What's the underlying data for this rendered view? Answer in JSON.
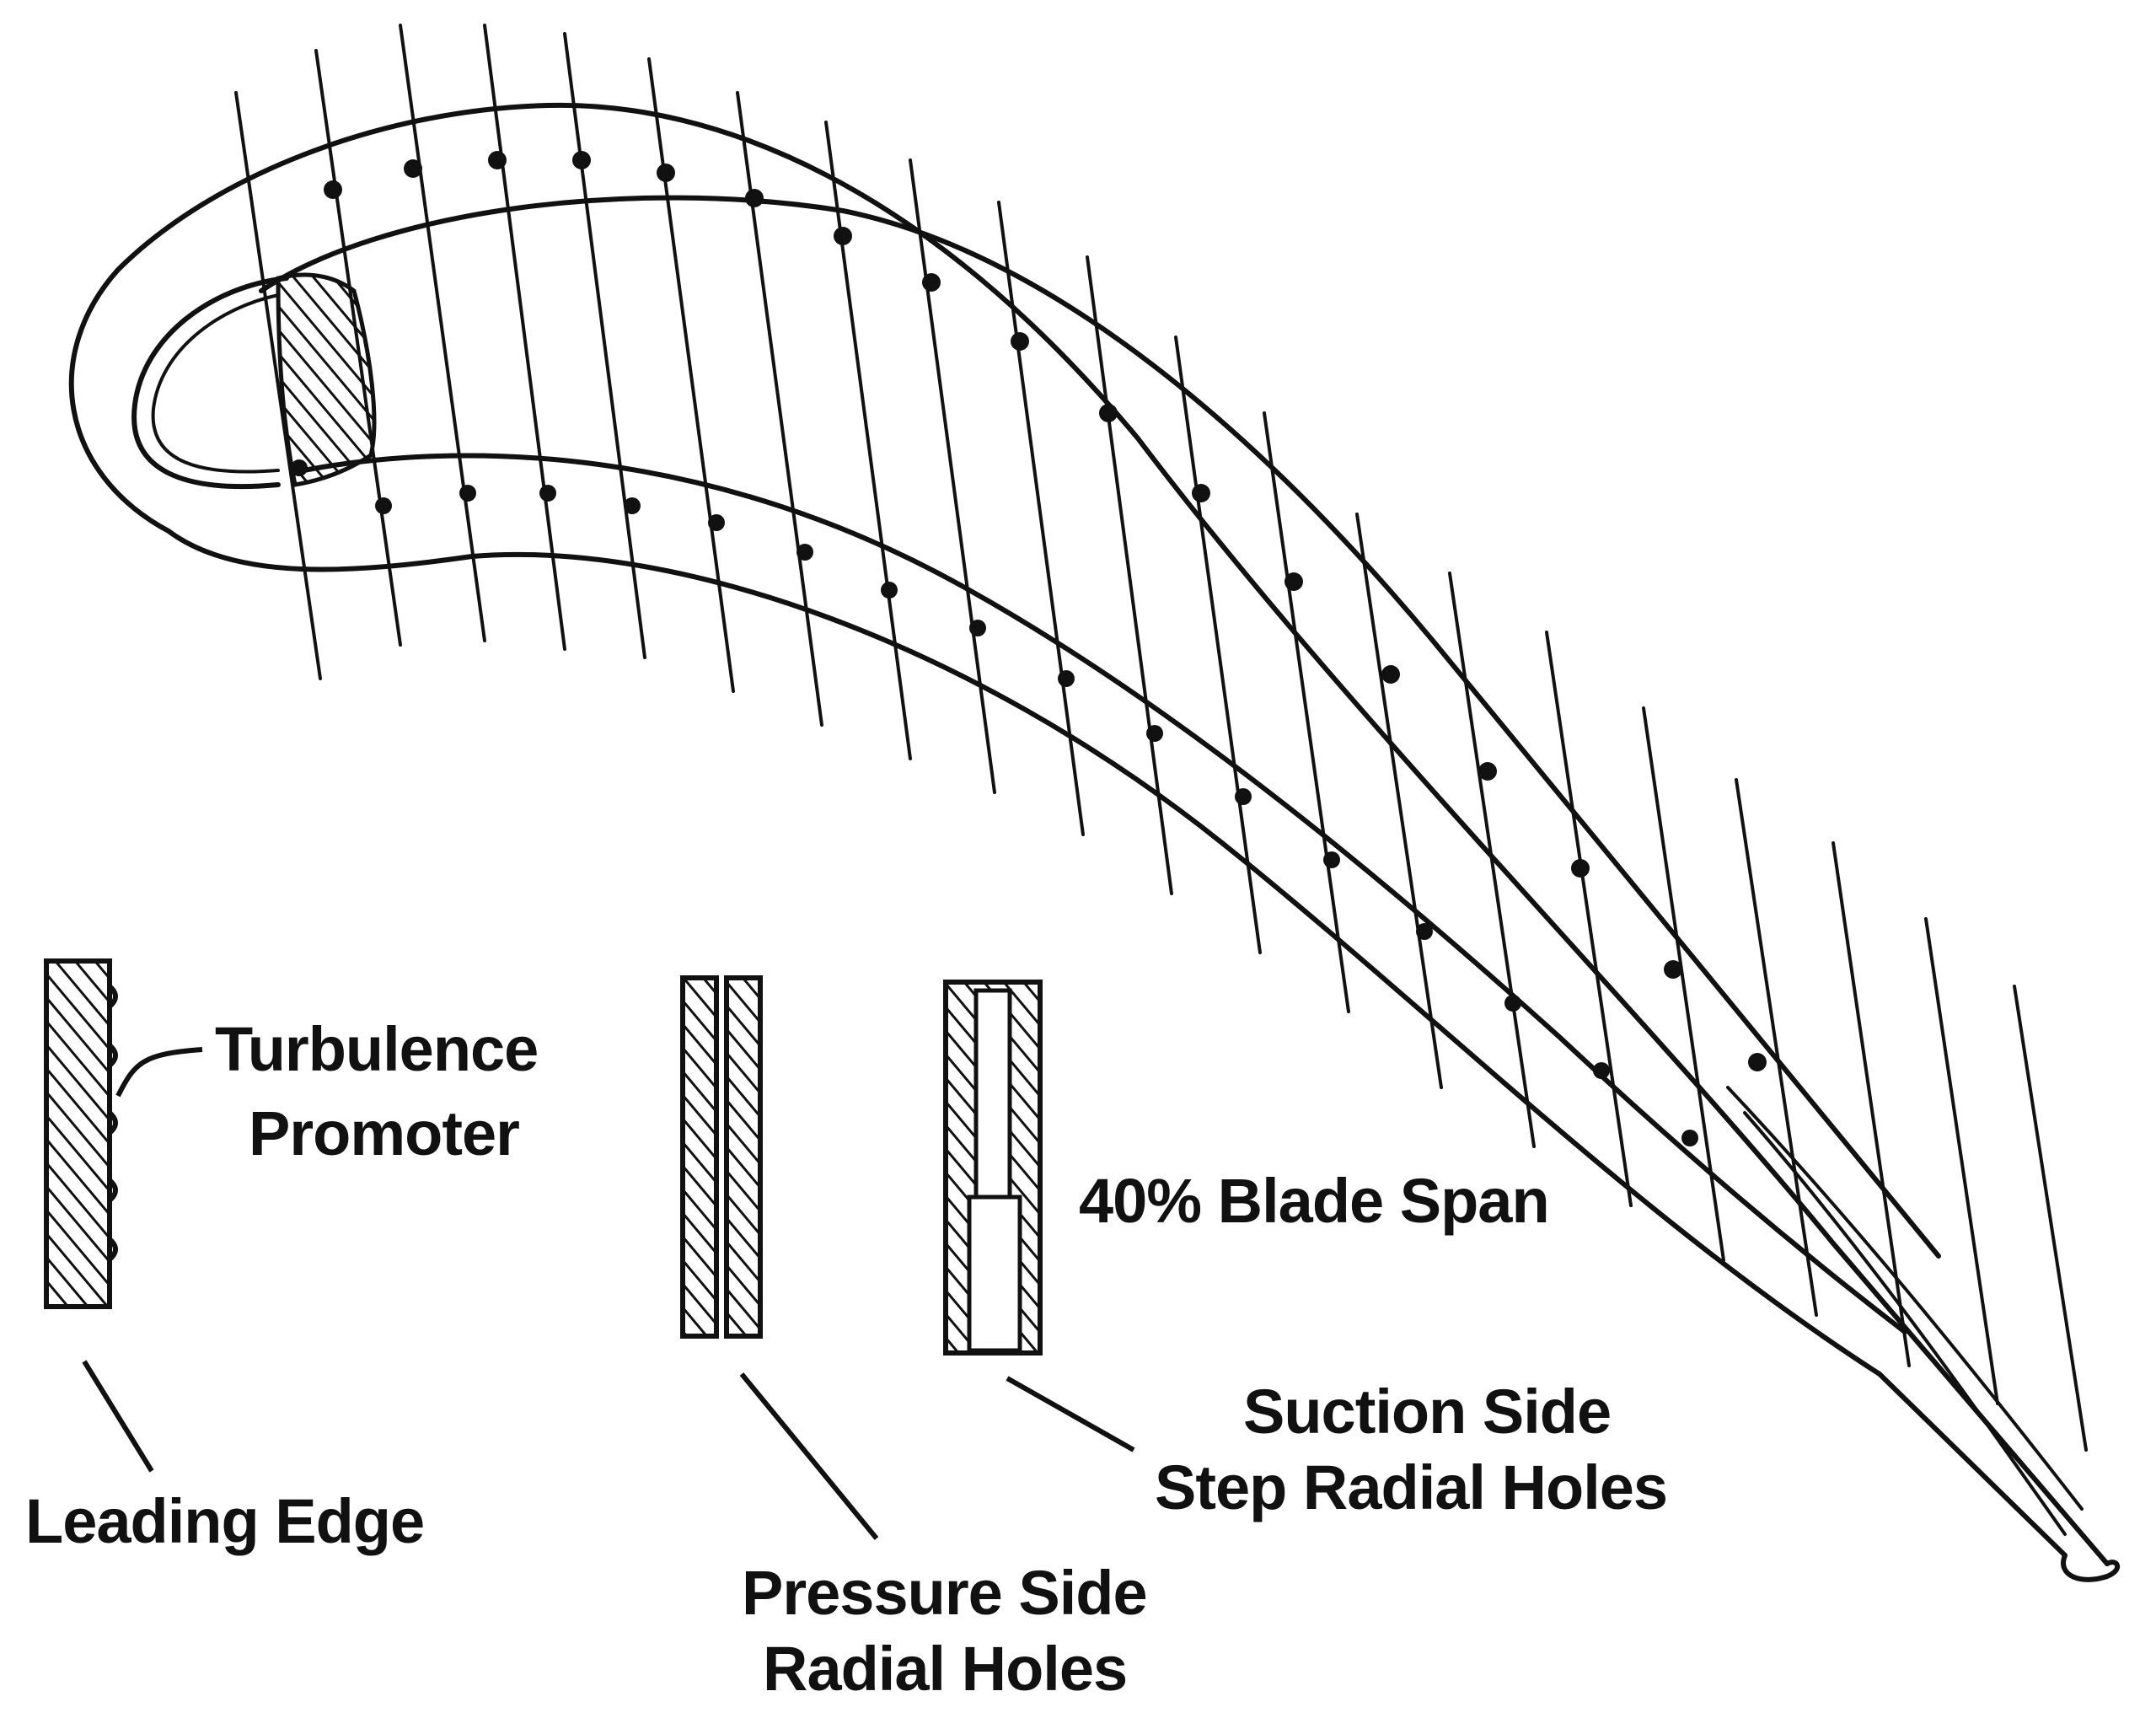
{
  "labels": {
    "turbulence_line1": "Turbulence",
    "turbulence_line2": "Promoter",
    "leading_edge": "Leading Edge",
    "pressure_line1": "Pressure Side",
    "pressure_line2": "Radial Holes",
    "blade_span": "40% Blade Span",
    "suction_line1": "Suction Side",
    "suction_line2": "Step Radial Holes"
  },
  "colors": {
    "ink": "#111111",
    "background": "#ffffff"
  }
}
